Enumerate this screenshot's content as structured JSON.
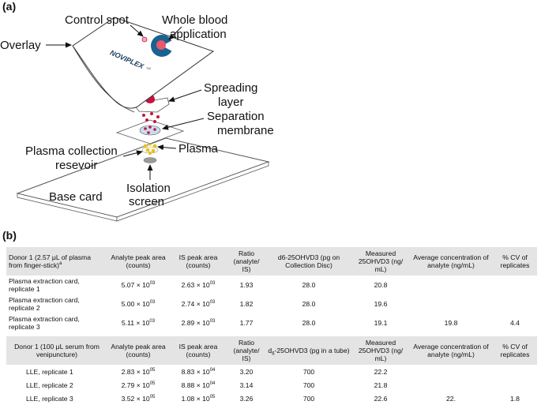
{
  "panel_a": "(a)",
  "panel_b": "(b)",
  "diagram": {
    "control_spot": "Control spot",
    "whole_blood_1": "Whole blood",
    "whole_blood_2": "application",
    "overlay": "Overlay",
    "logo": "NOVIPLEX",
    "logo_tm": "TM",
    "spreading_1": "Spreading",
    "spreading_2": "layer",
    "separation_1": "Separation",
    "separation_2": "membrane",
    "plasma": "Plasma",
    "plasma_collection_1": "Plasma collection",
    "plasma_collection_2": "resevoir",
    "base_card": "Base card",
    "isolation_1": "Isolation",
    "isolation_2": "screen",
    "colors": {
      "blood": "#c4143c",
      "disc": "#1a6290",
      "plasma": "#e6c21e"
    }
  },
  "table1": {
    "headers": {
      "donor": "Donor 1 (2.57 μL of plasma from finger-stick)",
      "donor_sup": "a",
      "analyte": "Analyte peak area (counts)",
      "is": "IS peak area (counts)",
      "ratio": "Ratio (analyte/ IS)",
      "d6": "d6-25OHVD3 (pg on Collection Disc)",
      "measured": "Measured 25OHVD3 (ng/ mL)",
      "avg": "Average concentration of analyte (ng/mL)",
      "cv": "% CV of replicates"
    },
    "rows": [
      {
        "label": "Plasma extraction card, replicate 1",
        "analyte_base": "5.07 × 10",
        "analyte_exp": "03",
        "is_base": "2.63 × 10",
        "is_exp": "03",
        "ratio": "1.93",
        "d6": "28.0",
        "measured": "20.8",
        "avg": "",
        "cv": ""
      },
      {
        "label": "Plasma extraction card, replicate 2",
        "analyte_base": "5.00 × 10",
        "analyte_exp": "03",
        "is_base": "2.74 × 10",
        "is_exp": "03",
        "ratio": "1.82",
        "d6": "28.0",
        "measured": "19.6",
        "avg": "",
        "cv": ""
      },
      {
        "label": "Plasma extraction card, replicate 3",
        "analyte_base": "5.11 × 10",
        "analyte_exp": "03",
        "is_base": "2.89 × 10",
        "is_exp": "03",
        "ratio": "1.77",
        "d6": "28.0",
        "measured": "19.1",
        "avg": "19.8",
        "cv": "4.4"
      }
    ]
  },
  "table2": {
    "headers": {
      "donor": "Donor 1 (100 μL serum from venipuncture)",
      "analyte": "Analyte peak area (counts)",
      "is": "IS peak area (counts)",
      "ratio": "Ratio (analyte/ IS)",
      "d6_pre": "d",
      "d6_sub": "6",
      "d6_post": "-25OHVD3 (pg in a tube)",
      "measured": "Measured 25OHVD3 (ng/ mL)",
      "avg": "Average concentration of analyte (ng/mL)",
      "cv": "% CV of replicates"
    },
    "rows": [
      {
        "label": "LLE, replicate 1",
        "analyte_base": "2.83  × 10",
        "analyte_exp": "05",
        "is_base": "8.83 × 10",
        "is_exp": "04",
        "ratio": "3.20",
        "d6": "700",
        "measured": "22.2",
        "avg": "",
        "cv": ""
      },
      {
        "label": "LLE, replicate 2",
        "analyte_base": "2.79  × 10",
        "analyte_exp": "05",
        "is_base": "8.88 × 10",
        "is_exp": "04",
        "ratio": "3.14",
        "d6": "700",
        "measured": "21.8",
        "avg": "",
        "cv": ""
      },
      {
        "label": "LLE, replicate 3",
        "analyte_base": "3.52  × 10",
        "analyte_exp": "05",
        "is_base": "1.08 × 10",
        "is_exp": "05",
        "ratio": "3.26",
        "d6": "700",
        "measured": "22.6",
        "avg": "22.",
        "cv": "1.8"
      }
    ]
  }
}
